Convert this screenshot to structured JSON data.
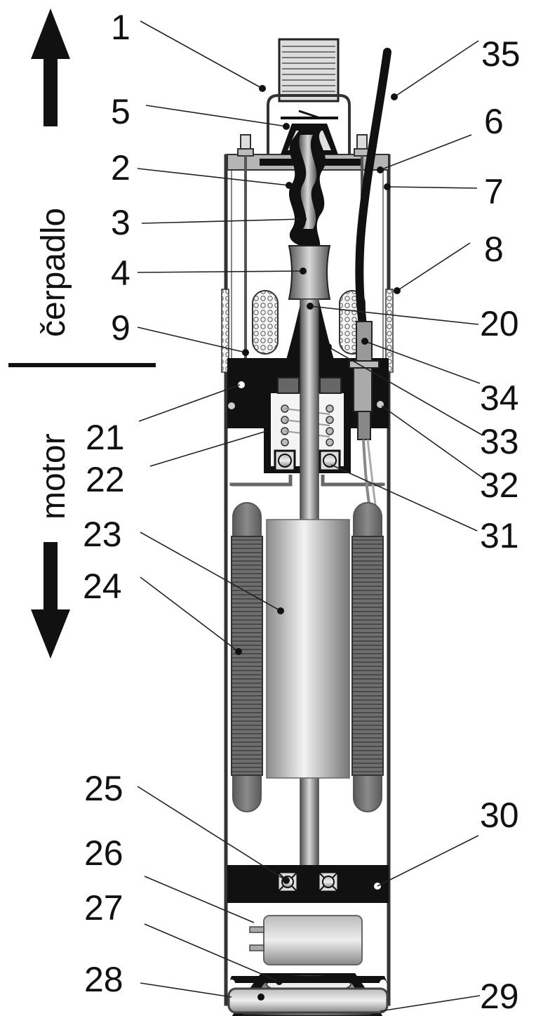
{
  "side_labels": {
    "top": "čerpadlo",
    "bottom": "motor"
  },
  "callouts": {
    "c1": "1",
    "c2": "2",
    "c3": "3",
    "c4": "4",
    "c5": "5",
    "c6": "6",
    "c7": "7",
    "c8": "8",
    "c9": "9",
    "c20": "20",
    "c21": "21",
    "c22": "22",
    "c23": "23",
    "c24": "24",
    "c25": "25",
    "c26": "26",
    "c27": "27",
    "c28": "28",
    "c29": "29",
    "c30": "30",
    "c31": "31",
    "c32": "32",
    "c33": "33",
    "c34": "34",
    "c35": "35"
  }
}
